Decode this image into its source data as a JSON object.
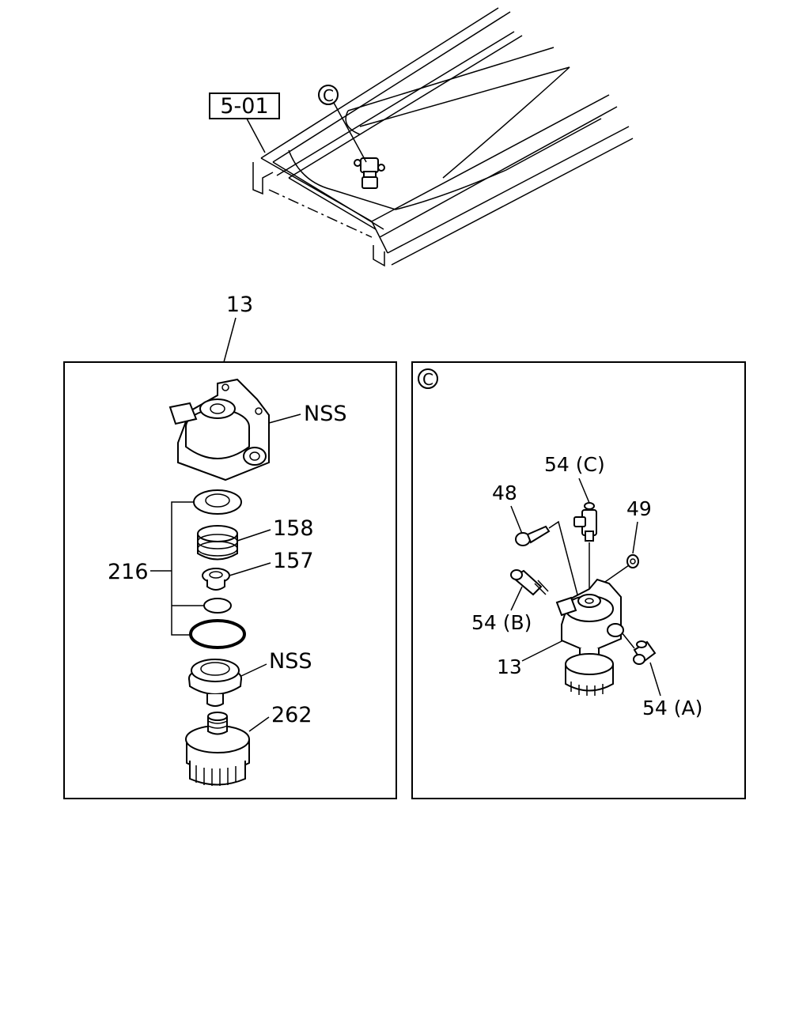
{
  "frame_ref": "5-01",
  "detail_marker": "C",
  "left_panel": {
    "assembly_label": "13",
    "labels": {
      "nss_top": "NSS",
      "p158": "158",
      "p157": "157",
      "p216": "216",
      "nss_bottom": "NSS",
      "p262": "262"
    }
  },
  "right_panel": {
    "marker": "C",
    "labels": {
      "p54c": "54 (C)",
      "p48": "48",
      "p49": "49",
      "p54b": "54 (B)",
      "p13": "13",
      "p54a": "54 (A)"
    }
  }
}
